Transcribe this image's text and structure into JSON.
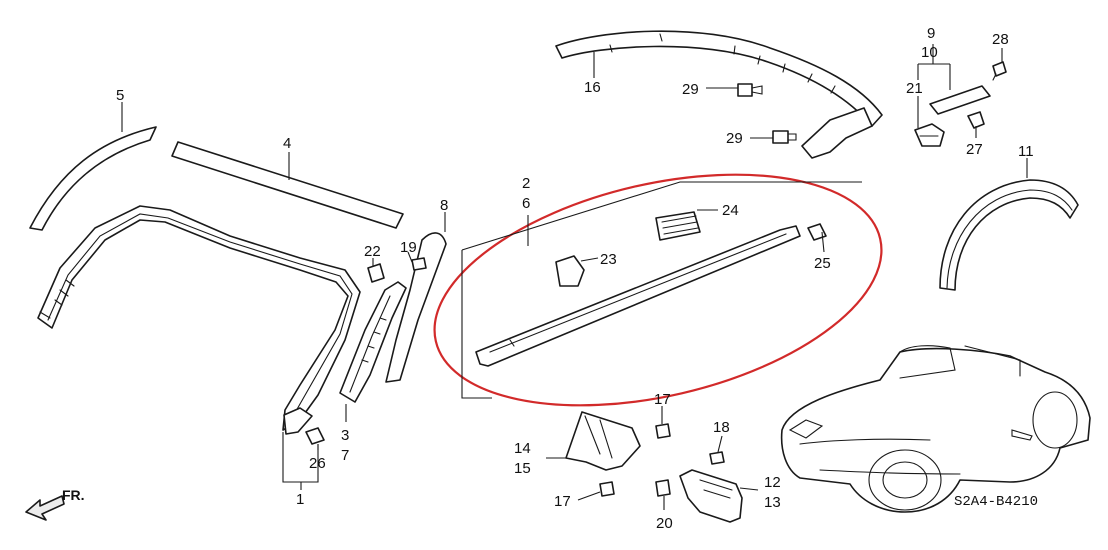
{
  "diagram": {
    "code": "S2A4-B4210",
    "direction_label": "FR.",
    "highlight_color": "#d22a2a",
    "callouts": {
      "c1": "1",
      "c2": "2",
      "c3": "3",
      "c4": "4",
      "c5": "5",
      "c6": "6",
      "c7": "7",
      "c8": "8",
      "c9": "9",
      "c10": "10",
      "c11": "11",
      "c12": "12",
      "c13": "13",
      "c14": "14",
      "c15": "15",
      "c16": "16",
      "c17a": "17",
      "c17b": "17",
      "c18": "18",
      "c19": "19",
      "c20": "20",
      "c21": "21",
      "c22": "22",
      "c23": "23",
      "c24": "24",
      "c25": "25",
      "c26": "26",
      "c27": "27",
      "c28": "28",
      "c29a": "29",
      "c29b": "29"
    }
  }
}
